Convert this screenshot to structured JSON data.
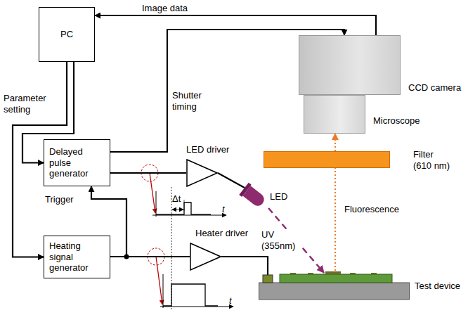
{
  "diagram": {
    "nodes": [
      {
        "text": [
          "PC"
        ]
      },
      {
        "text": [
          "CCD camera"
        ]
      },
      {
        "text": [
          "Microscope"
        ]
      },
      {
        "text": [
          "Filter (610 nm)"
        ]
      },
      {
        "text": [
          "Delayed pulse generator"
        ]
      },
      {
        "text": [
          "LED driver"
        ]
      },
      {
        "text": [
          "LED"
        ]
      },
      {
        "text": [
          "Heating signal generator"
        ]
      },
      {
        "text": [
          "Heater driver"
        ]
      },
      {
        "text": [
          "Test device"
        ]
      }
    ],
    "edges": [
      {
        "from": 1,
        "to": 0,
        "arrow": "to",
        "label": "Image data"
      },
      {
        "from": 4,
        "to": 1,
        "arrow": "to",
        "label": "Shutter timing"
      },
      {
        "from": 0,
        "to": 4,
        "arrow": "to",
        "label": "Parameter setting"
      },
      {
        "from": 0,
        "to": 7,
        "arrow": "to"
      },
      {
        "from": 4,
        "to": 5,
        "arrow": "none"
      },
      {
        "from": 5,
        "to": 6,
        "arrow": "none"
      },
      {
        "from": 7,
        "to": 8,
        "arrow": "none"
      },
      {
        "from": 7,
        "to": 4,
        "arrow": "to",
        "label": "Trigger"
      },
      {
        "from": 8,
        "to": 9,
        "arrow": "none"
      },
      {
        "from": 6,
        "to": 9,
        "arrow": "to",
        "label": "UV (355nm)"
      },
      {
        "from": 9,
        "to": 2,
        "arrow": "to",
        "label": "Fluorescence"
      }
    ],
    "labels": [
      "Δt",
      "t",
      "t"
    ]
  }
}
